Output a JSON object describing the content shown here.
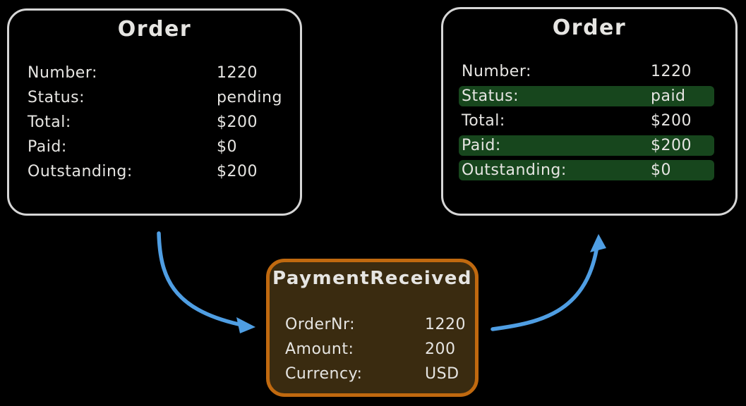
{
  "diagram": {
    "order_before": {
      "title": "Order",
      "rows": [
        {
          "label": "Number:",
          "value": "1220",
          "highlight": false
        },
        {
          "label": "Status:",
          "value": "pending",
          "highlight": false
        },
        {
          "label": "Total:",
          "value": "$200",
          "highlight": false
        },
        {
          "label": "Paid:",
          "value": "$0",
          "highlight": false
        },
        {
          "label": "Outstanding:",
          "value": "$200",
          "highlight": false
        }
      ]
    },
    "order_after": {
      "title": "Order",
      "rows": [
        {
          "label": "Number:",
          "value": "1220",
          "highlight": false
        },
        {
          "label": "Status:",
          "value": "paid",
          "highlight": true
        },
        {
          "label": "Total:",
          "value": "$200",
          "highlight": false
        },
        {
          "label": "Paid:",
          "value": "$200",
          "highlight": true
        },
        {
          "label": "Outstanding:",
          "value": "$0",
          "highlight": true
        }
      ]
    },
    "event": {
      "title": "PaymentReceived",
      "rows": [
        {
          "label": "OrderNr:",
          "value": "1220"
        },
        {
          "label": "Amount:",
          "value": "200"
        },
        {
          "label": "Currency:",
          "value": "USD"
        }
      ]
    },
    "arrows": [
      {
        "name": "order-to-payment",
        "from": "order_before",
        "to": "event"
      },
      {
        "name": "payment-to-order",
        "from": "event",
        "to": "order_after"
      }
    ],
    "colors": {
      "background": "#000000",
      "card_border": "#d6d6d6",
      "text": "#e6e5e2",
      "highlight_green": "#17461d",
      "event_border": "#c0690f",
      "event_fill": "#3a2b10",
      "arrow_blue": "#4f9ee3"
    }
  }
}
